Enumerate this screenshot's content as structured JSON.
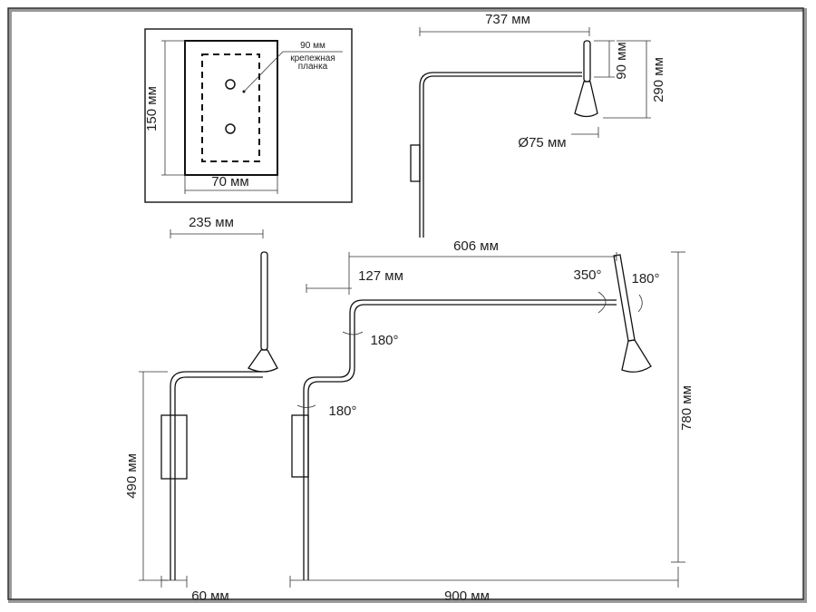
{
  "inset": {
    "height_label": "150 мм",
    "width_label": "70 мм",
    "plate_label": "90 мм",
    "plate_caption_1": "крепежная",
    "plate_caption_2": "планка"
  },
  "top_view": {
    "length_label": "737 мм",
    "mount_label": "90 мм",
    "height_label": "290 мм",
    "diameter_label": "Ø75 мм"
  },
  "compact_view": {
    "width_label": "235 мм",
    "height_label": "490 мм",
    "depth_label": "60 мм"
  },
  "extended_view": {
    "arm_label": "606 мм",
    "offset_label": "127 мм",
    "height_label": "780 мм",
    "width_label": "900 мм",
    "rot_head": "350°",
    "tilt_head": "180°",
    "rot_elbow": "180°",
    "rot_base": "180°"
  }
}
